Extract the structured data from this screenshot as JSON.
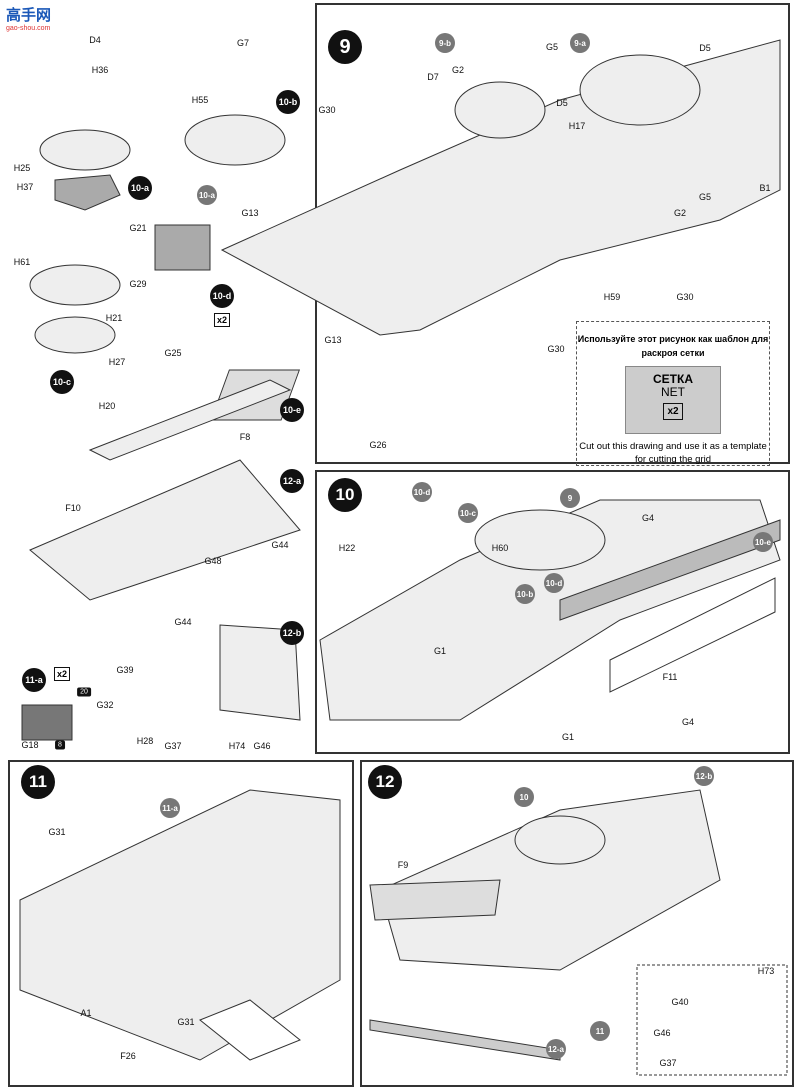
{
  "logo": {
    "text": "高手网",
    "watermark": "gao-shou.com"
  },
  "left": {
    "labels": [
      "D4",
      "H36",
      "H25",
      "H37",
      "G7",
      "H55",
      "H61",
      "G21",
      "G29",
      "H21",
      "H27",
      "G25",
      "H20",
      "F8",
      "F10",
      "G44",
      "G48",
      "G44",
      "G32",
      "G39",
      "G18",
      "H28",
      "G37",
      "H74",
      "G46"
    ],
    "badges": [
      "10-a",
      "10-b",
      "10-d",
      "10-c",
      "10-e",
      "12-a",
      "12-b",
      "11-a"
    ],
    "refs": [
      "10-a"
    ],
    "x2": "x2",
    "star20": "20",
    "star8": "8"
  },
  "s9": {
    "badge": "9",
    "refs": [
      "9-b",
      "9-a"
    ],
    "labels": [
      "G5",
      "D5",
      "G2",
      "D7",
      "D5",
      "H17",
      "G30",
      "G13",
      "G13",
      "B1",
      "G2",
      "G5",
      "H59",
      "G30",
      "G30",
      "G26"
    ],
    "net": {
      "ru": "Используйте этот рисунок как шаблон для раскроя сетки",
      "title_ru": "СЕТКА",
      "title_en": "NET",
      "x2": "x2",
      "en": "Cut out this drawing and use it as a template for cutting the grid"
    }
  },
  "s10": {
    "badge": "10",
    "refs": [
      "10-d",
      "9",
      "10-c",
      "10-e",
      "10-d",
      "10-b"
    ],
    "labels": [
      "H60",
      "G4",
      "H22",
      "G1",
      "F11",
      "G4",
      "G1"
    ]
  },
  "s11": {
    "badge": "11",
    "refs": [
      "11-a"
    ],
    "labels": [
      "G31",
      "A1",
      "G31",
      "F26"
    ]
  },
  "s12": {
    "badge": "12",
    "refs": [
      "10",
      "12-b",
      "11",
      "12-a"
    ],
    "labels": [
      "F9",
      "H73",
      "G40",
      "G46",
      "G37"
    ]
  },
  "colors": {
    "line": "#333333",
    "part": "#e6e6e6",
    "shade": "#9a9a9a",
    "badge": "#111111",
    "ref": "#777777"
  }
}
